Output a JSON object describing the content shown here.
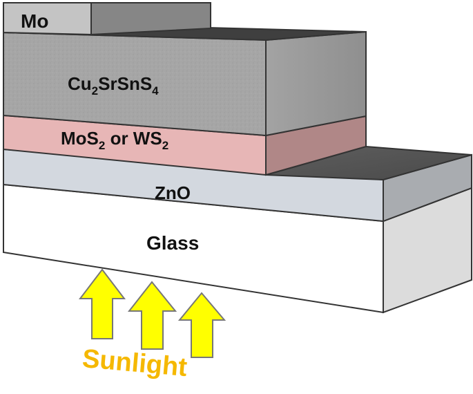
{
  "layers": {
    "mo": {
      "label": "Mo",
      "color": "#bdbdbd"
    },
    "absorber": {
      "base": "Cu",
      "sub1": "2",
      "mid": "SrSnS",
      "sub2": "4",
      "color": "#a8a8a8"
    },
    "buffer": {
      "part1": "MoS",
      "sub1": "2",
      "part2": " or WS",
      "sub2": "2",
      "color": "#e6b3b3"
    },
    "zno": {
      "label": "ZnO",
      "color": "#d0d6de"
    },
    "glass": {
      "label": "Glass",
      "color": "#ffffff"
    }
  },
  "illumination": {
    "label": "Sunlight",
    "arrow_color": "#ffff00",
    "text_color": "#f5b800",
    "arrow_count": 3
  }
}
